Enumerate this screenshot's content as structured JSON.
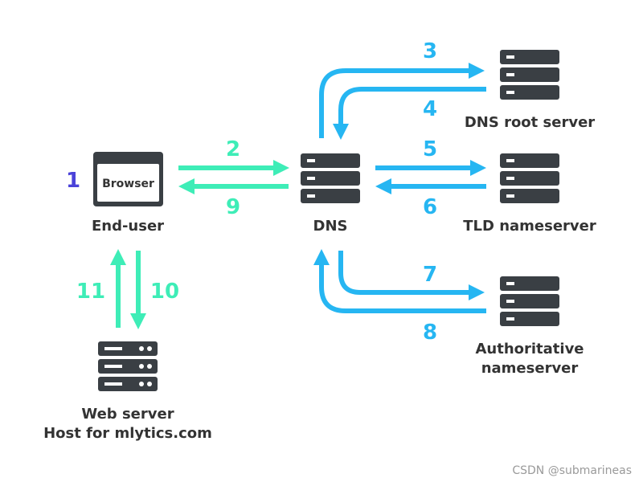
{
  "colors": {
    "green": "#3EEDB7",
    "blue": "#26B6F2",
    "purple": "#4B43D9",
    "server": "#3A3F44",
    "text": "#333333"
  },
  "nodes": {
    "browser_window_label": "Browser",
    "end_user": "End-user",
    "dns": "DNS",
    "dns_root": "DNS root server",
    "tld": "TLD nameserver",
    "authoritative_line1": "Authoritative",
    "authoritative_line2": "nameserver",
    "web_server_line1": "Web server",
    "web_server_line2": "Host for mlytics.com"
  },
  "steps": {
    "s1": "1",
    "s2": "2",
    "s3": "3",
    "s4": "4",
    "s5": "5",
    "s6": "6",
    "s7": "7",
    "s8": "8",
    "s9": "9",
    "s10": "10",
    "s11": "11"
  },
  "watermark": "CSDN @submarineas"
}
